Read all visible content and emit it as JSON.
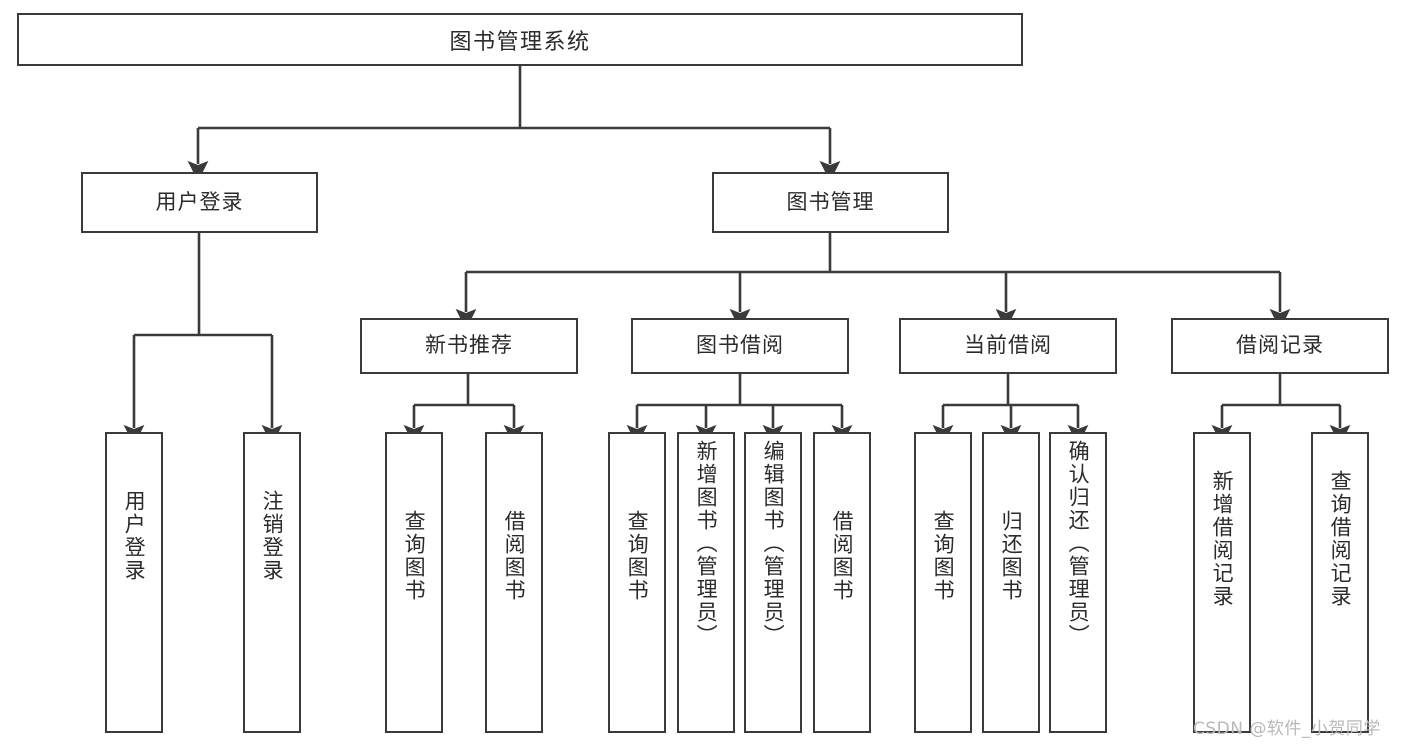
{
  "diagram": {
    "title": "图书管理系统",
    "type": "tree-hierarchy-diagram",
    "watermark": "CSDN @软件_小贺同学",
    "colors": {
      "stroke": "#3a3a3a",
      "text": "#2b2b2b",
      "background": "#ffffff",
      "watermark": "#b9b9b9"
    },
    "nodes": {
      "root": {
        "label": "图书管理系统"
      },
      "level1": [
        {
          "id": "user-login",
          "label": "用户登录"
        },
        {
          "id": "book-manage",
          "label": "图书管理"
        }
      ],
      "level2": [
        {
          "id": "new-book-recommend",
          "label": "新书推荐"
        },
        {
          "id": "book-borrow",
          "label": "图书借阅"
        },
        {
          "id": "current-borrow",
          "label": "当前借阅"
        },
        {
          "id": "borrow-record",
          "label": "借阅记录"
        }
      ],
      "leaves": {
        "user_login": [
          {
            "id": "leaf-user-login",
            "label": "用户登录"
          },
          {
            "id": "leaf-logout-login",
            "label": "注销登录"
          }
        ],
        "new_book_recommend": [
          {
            "id": "leaf-query-book-1",
            "label": "查询图书"
          },
          {
            "id": "leaf-borrow-book-1",
            "label": "借阅图书"
          }
        ],
        "book_borrow": [
          {
            "id": "leaf-query-book-2",
            "label": "查询图书"
          },
          {
            "id": "leaf-add-book",
            "label": "新增图书（管理员）"
          },
          {
            "id": "leaf-edit-book",
            "label": "编辑图书（管理员）"
          },
          {
            "id": "leaf-borrow-book-2",
            "label": "借阅图书"
          }
        ],
        "current_borrow": [
          {
            "id": "leaf-query-book-3",
            "label": "查询图书"
          },
          {
            "id": "leaf-return-book",
            "label": "归还图书"
          },
          {
            "id": "leaf-confirm-return",
            "label": "确认归还（管理员）"
          }
        ],
        "borrow_record": [
          {
            "id": "leaf-add-borrow-record",
            "label": "新增借阅记录"
          },
          {
            "id": "leaf-query-borrow-record",
            "label": "查询借阅记录"
          }
        ]
      }
    }
  }
}
